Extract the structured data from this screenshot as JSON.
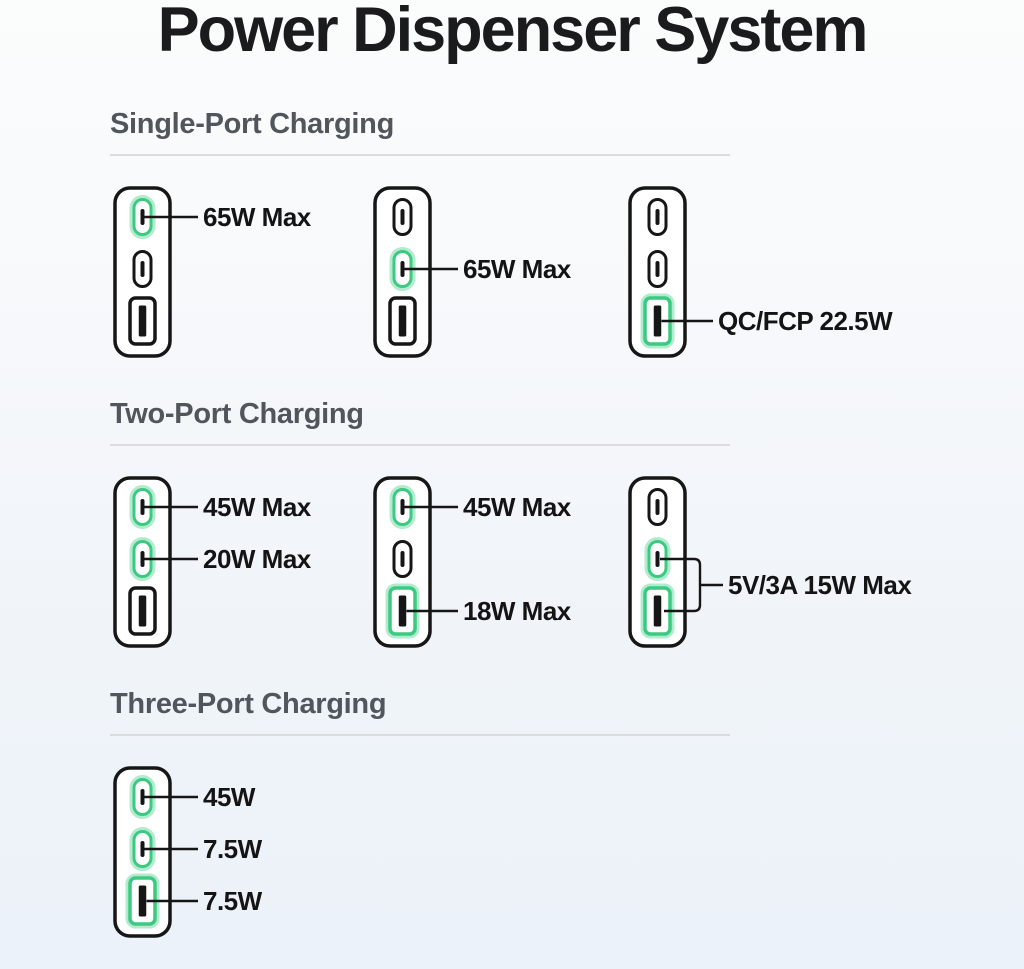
{
  "title": "Power Dispenser System",
  "colors": {
    "green": "#3cc980",
    "green_glow": "#b2ebd0",
    "outline": "#161616",
    "label": "#141414",
    "heading": "#51565c",
    "divider": "#dadcde"
  },
  "sections": [
    {
      "title": "Single-Port Charging",
      "chargers": [
        {
          "ports": [
            {
              "type": "usb-c",
              "highlighted": true
            },
            {
              "type": "usb-c",
              "highlighted": false
            },
            {
              "type": "usb-a",
              "highlighted": false
            }
          ],
          "labels": [
            {
              "text": "65W Max",
              "ports": [
                0
              ]
            }
          ]
        },
        {
          "ports": [
            {
              "type": "usb-c",
              "highlighted": false
            },
            {
              "type": "usb-c",
              "highlighted": true
            },
            {
              "type": "usb-a",
              "highlighted": false
            }
          ],
          "labels": [
            {
              "text": "65W Max",
              "ports": [
                1
              ]
            }
          ]
        },
        {
          "ports": [
            {
              "type": "usb-c",
              "highlighted": false
            },
            {
              "type": "usb-c",
              "highlighted": false
            },
            {
              "type": "usb-a",
              "highlighted": true
            }
          ],
          "labels": [
            {
              "text": "QC/FCP 22.5W",
              "ports": [
                2
              ]
            }
          ]
        }
      ]
    },
    {
      "title": "Two-Port Charging",
      "chargers": [
        {
          "ports": [
            {
              "type": "usb-c",
              "highlighted": true
            },
            {
              "type": "usb-c",
              "highlighted": true
            },
            {
              "type": "usb-a",
              "highlighted": false
            }
          ],
          "labels": [
            {
              "text": "45W Max",
              "ports": [
                0
              ]
            },
            {
              "text": "20W Max",
              "ports": [
                1
              ]
            }
          ]
        },
        {
          "ports": [
            {
              "type": "usb-c",
              "highlighted": true
            },
            {
              "type": "usb-c",
              "highlighted": false
            },
            {
              "type": "usb-a",
              "highlighted": true
            }
          ],
          "labels": [
            {
              "text": "45W Max",
              "ports": [
                0
              ]
            },
            {
              "text": "18W Max",
              "ports": [
                2
              ]
            }
          ]
        },
        {
          "ports": [
            {
              "type": "usb-c",
              "highlighted": false
            },
            {
              "type": "usb-c",
              "highlighted": true
            },
            {
              "type": "usb-a",
              "highlighted": true
            }
          ],
          "labels": [
            {
              "text": "5V/3A 15W Max",
              "ports": [
                1,
                2
              ]
            }
          ]
        }
      ]
    },
    {
      "title": "Three-Port Charging",
      "chargers": [
        {
          "ports": [
            {
              "type": "usb-c",
              "highlighted": true
            },
            {
              "type": "usb-c",
              "highlighted": true
            },
            {
              "type": "usb-a",
              "highlighted": true
            }
          ],
          "labels": [
            {
              "text": "45W",
              "ports": [
                0
              ]
            },
            {
              "text": "7.5W",
              "ports": [
                1
              ]
            },
            {
              "text": "7.5W",
              "ports": [
                2
              ]
            }
          ]
        }
      ]
    }
  ]
}
